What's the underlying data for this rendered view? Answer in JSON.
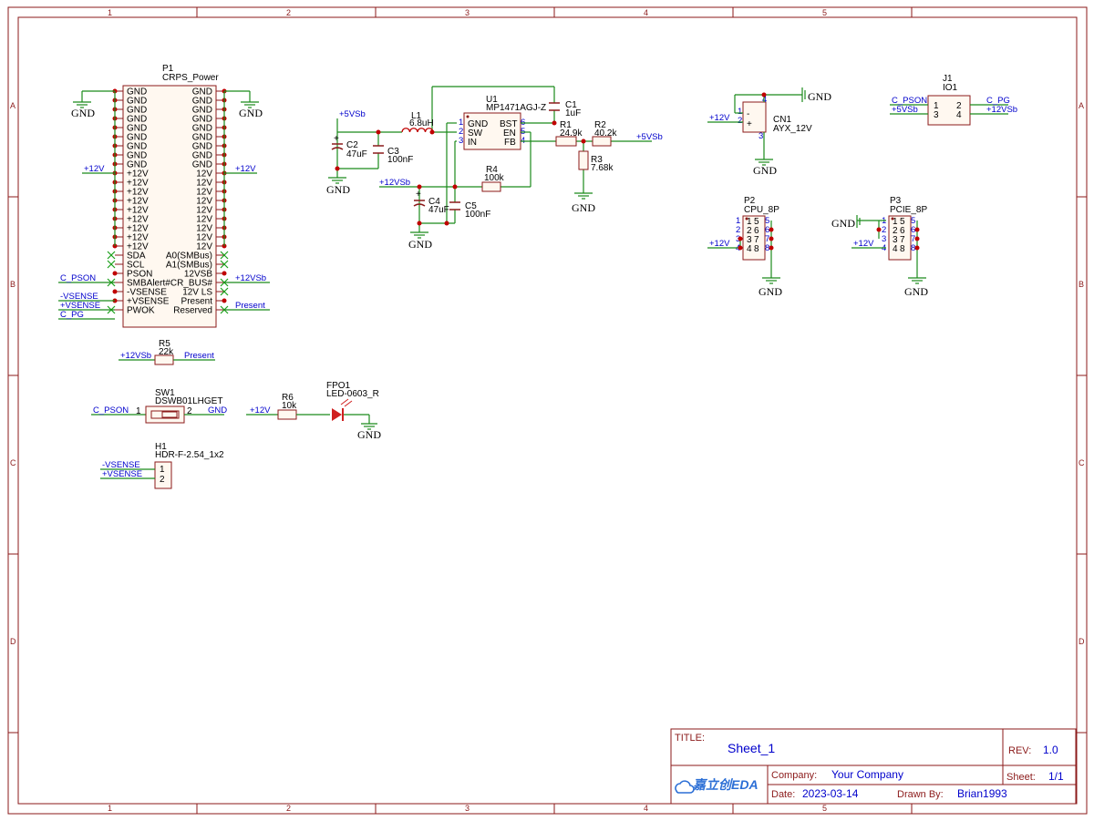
{
  "border": {
    "cols": [
      "1",
      "2",
      "3",
      "4",
      "5"
    ],
    "rows": [
      "A",
      "B",
      "C",
      "D"
    ]
  },
  "p1": {
    "ref": "P1",
    "value": "CRPS_Power",
    "left_pins": [
      "GND",
      "GND",
      "GND",
      "GND",
      "GND",
      "GND",
      "GND",
      "GND",
      "GND",
      "+12V",
      "+12V",
      "+12V",
      "+12V",
      "+12V",
      "+12V",
      "+12V",
      "+12V",
      "+12V",
      "SDA",
      "SCL",
      "PSON",
      "SMBAlert#",
      "-VSENSE",
      "+VSENSE",
      "PWOK"
    ],
    "right_pins": [
      "GND",
      "GND",
      "GND",
      "GND",
      "GND",
      "GND",
      "GND",
      "GND",
      "GND",
      "12V",
      "12V",
      "12V",
      "12V",
      "12V",
      "12V",
      "12V",
      "12V",
      "12V",
      "A0(SMBus)",
      "A1(SMBus)",
      "12VSB",
      "CR_BUS#",
      "12V LS",
      "Present",
      "Reserved"
    ],
    "nets": {
      "gnd_left": "GND",
      "gnd_right": "GND",
      "v12_left": "+12V",
      "v12_right": "+12V",
      "pson": "C_PSON",
      "vsn": "-VSENSE",
      "vsp": "+VSENSE",
      "pg": "C_PG",
      "vsb": "+12VSb",
      "present": "Present"
    }
  },
  "buck": {
    "u1_ref": "U1",
    "u1_value": "MP1471AGJ-Z",
    "u1_left": [
      "GND",
      "SW",
      "IN"
    ],
    "u1_left_nums": [
      "1",
      "2",
      "3"
    ],
    "u1_right": [
      "BST",
      "EN",
      "FB"
    ],
    "u1_right_nums": [
      "6",
      "5",
      "4"
    ],
    "l1": [
      "L1",
      "6.8uH"
    ],
    "c1": [
      "C1",
      "1uF"
    ],
    "c2": [
      "C2",
      "47uF"
    ],
    "c3": [
      "C3",
      "100nF"
    ],
    "c4": [
      "C4",
      "47uF"
    ],
    "c5": [
      "C5",
      "100nF"
    ],
    "r1": [
      "R1",
      "24.9k"
    ],
    "r2": [
      "R2",
      "40.2k"
    ],
    "r3": [
      "R3",
      "7.68k"
    ],
    "r4": [
      "R4",
      "100k"
    ],
    "net_5vsb": "+5VSb",
    "net_12vsb": "+12VSb",
    "gnd": "GND"
  },
  "r5": {
    "ref": "R5",
    "value": "22k",
    "left": "+12VSb",
    "right": "Present"
  },
  "sw1": {
    "ref": "SW1",
    "value": "DSWB01LHGET",
    "left": "C_PSON",
    "right": "GND",
    "pin1": "1",
    "pin2": "2"
  },
  "r6": {
    "ref": "R6",
    "value": "10k",
    "net": "+12V"
  },
  "fpo1": {
    "ref": "FPO1",
    "value": "LED-0603_R",
    "gnd": "GND"
  },
  "h1": {
    "ref": "H1",
    "value": "HDR-F-2.54_1x2",
    "pin1": "1",
    "pin2": "2",
    "net1": "-VSENSE",
    "net2": "+VSENSE"
  },
  "cn1": {
    "ref": "CN1",
    "value": "AYX_12V",
    "net": "+12V",
    "gnd": "GND",
    "pins": [
      "1",
      "2",
      "3",
      "4"
    ],
    "minus": "-",
    "plus": "+"
  },
  "j1": {
    "ref": "J1",
    "value": "IO1",
    "pins": [
      "1",
      "2",
      "3",
      "4"
    ],
    "left": [
      "C_PSON",
      "+5VSb"
    ],
    "right": [
      "C_PG",
      "+12VSb"
    ]
  },
  "p2": {
    "ref": "P2",
    "value": "CPU_8P",
    "pins": [
      "1",
      "5",
      "2",
      "6",
      "3",
      "7",
      "4",
      "8"
    ],
    "net": "+12V",
    "gnd": "GND"
  },
  "p3": {
    "ref": "P3",
    "value": "PCIE_8P",
    "pins": [
      "1",
      "5",
      "2",
      "6",
      "3",
      "7",
      "4",
      "8"
    ],
    "net": "+12V",
    "gnd": "GND"
  },
  "title_block": {
    "title_label": "TITLE:",
    "title": "Sheet_1",
    "rev_label": "REV:",
    "rev": "1.0",
    "company_label": "Company:",
    "company": "Your Company",
    "sheet_label": "Sheet:",
    "sheet": "1/1",
    "date_label": "Date:",
    "date": "2023-03-14",
    "drawn_label": "Drawn By:",
    "drawn": "Brian1993",
    "logo": "嘉立创EDA"
  }
}
